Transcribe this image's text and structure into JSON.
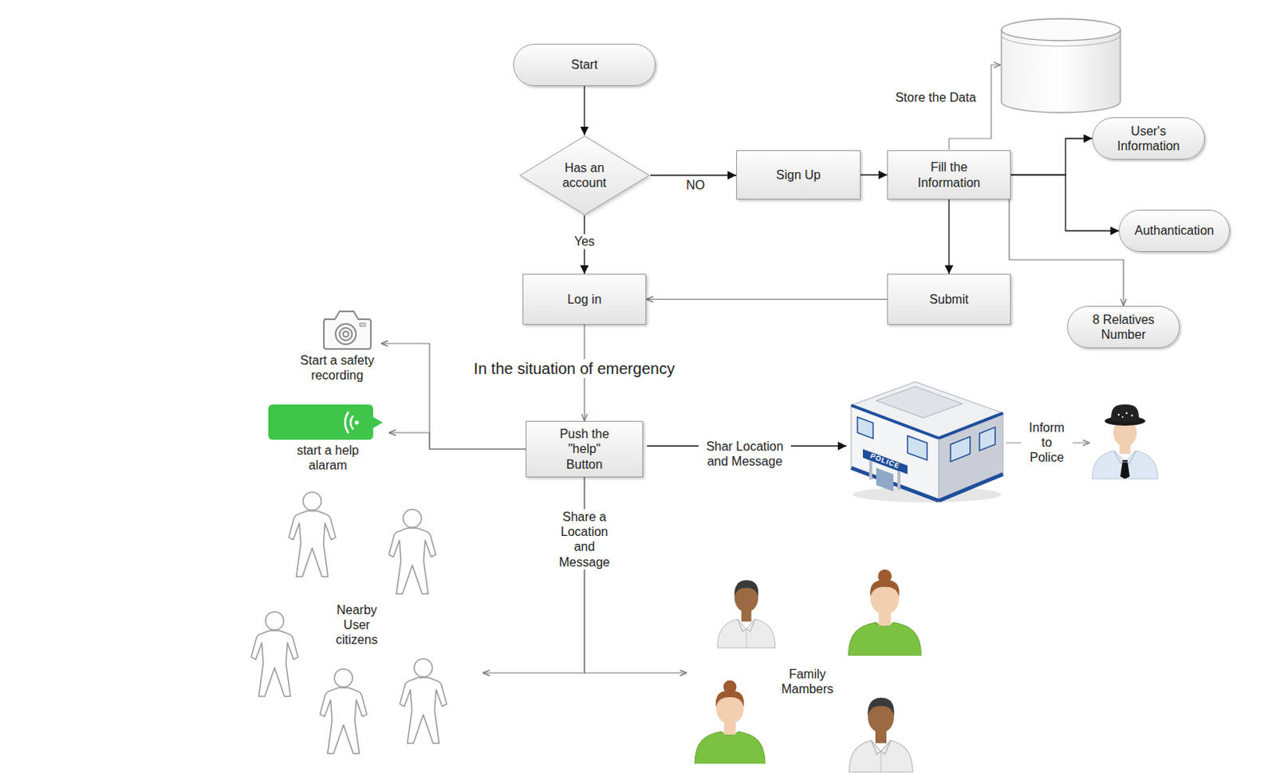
{
  "diagram": {
    "nodes": [
      {
        "text": [
          "Start"
        ]
      },
      {
        "text": [
          "Has an account"
        ]
      },
      {
        "text": [
          "Sign Up"
        ]
      },
      {
        "text": [
          "Fill the Information"
        ]
      },
      {
        "text": [
          "User's Information"
        ]
      },
      {
        "text": [
          "Authantication"
        ]
      },
      {
        "text": [
          "Log in"
        ]
      },
      {
        "text": [
          "Submit"
        ]
      },
      {
        "text": [
          "8 Relatives Number"
        ]
      },
      {
        "text": [
          "Start a safety recording"
        ]
      },
      {
        "text": [
          "start a help alaram"
        ]
      },
      {
        "text": [
          "Push the \"help\" Button"
        ]
      },
      {
        "text": [
          "Nearby User citizens"
        ]
      },
      {
        "text": [
          "Family Mambers"
        ]
      }
    ],
    "edges": [
      {
        "from": 0,
        "to": 1,
        "arrow": "to"
      },
      {
        "from": 1,
        "to": 2,
        "label": "NO",
        "arrow": "to"
      },
      {
        "from": 1,
        "to": 6,
        "label": "Yes",
        "arrow": "to"
      },
      {
        "from": 2,
        "to": 3,
        "arrow": "to"
      },
      {
        "from": 3,
        "to": 4,
        "arrow": "to"
      },
      {
        "from": 3,
        "to": 5,
        "arrow": "to"
      },
      {
        "from": 3,
        "to": 8,
        "arrow": "to"
      },
      {
        "from": 3,
        "to": 7,
        "arrow": "to"
      },
      {
        "from": 7,
        "to": 6,
        "arrow": "to"
      },
      {
        "from": 6,
        "to": 11,
        "label": "In the situation of emergency",
        "arrow": "to"
      },
      {
        "from": 11,
        "to": 9,
        "arrow": "to"
      },
      {
        "from": 11,
        "to": 10,
        "arrow": "to"
      },
      {
        "from": 11,
        "to": 12,
        "label": "Share a Location and Message",
        "arrow": "to"
      },
      {
        "from": 11,
        "to": 13,
        "arrow": "to"
      }
    ],
    "labels": [
      "Store the Data",
      "Shar Location and Message",
      "Inform to Police",
      "POLICE"
    ]
  }
}
